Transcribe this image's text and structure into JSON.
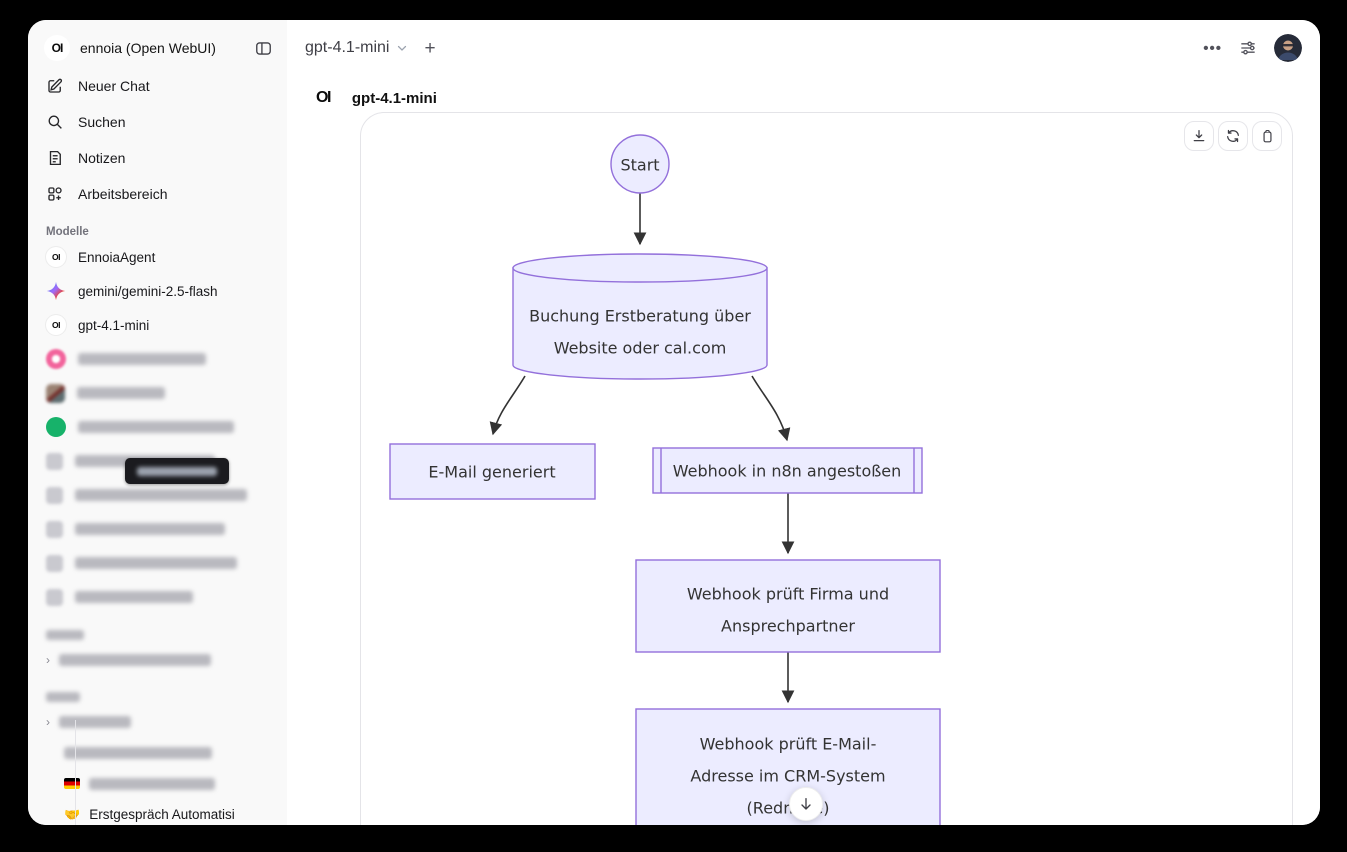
{
  "sidebar": {
    "logo_text": "OI",
    "workspace_title": "ennoia (Open WebUI)",
    "nav_items": [
      {
        "label": "Neuer Chat",
        "icon": "new-chat-icon"
      },
      {
        "label": "Suchen",
        "icon": "search-icon"
      },
      {
        "label": "Notizen",
        "icon": "notes-icon"
      },
      {
        "label": "Arbeitsbereich",
        "icon": "workspace-icon"
      }
    ],
    "models_section_label": "Modelle",
    "models": [
      {
        "label": "EnnoiaAgent",
        "icon": "oi-logo-icon"
      },
      {
        "label": "gemini/gemini-2.5-flash",
        "icon": "gemini-icon"
      },
      {
        "label": "gpt-4.1-mini",
        "icon": "oi-logo-icon"
      },
      {
        "redacted": true,
        "icon": "pink-app-icon"
      },
      {
        "redacted": true,
        "icon": "photo-icon"
      },
      {
        "redacted": true,
        "icon": "green-dot-icon"
      },
      {
        "redacted": true,
        "icon": "generic-app-icon"
      },
      {
        "redacted": true,
        "icon": "generic-app-icon"
      },
      {
        "redacted": true,
        "icon": "generic-app-icon"
      },
      {
        "redacted": true,
        "icon": "generic-app-icon"
      },
      {
        "redacted": true,
        "icon": "generic-app-icon"
      }
    ],
    "folders_section": {
      "label_redacted": true,
      "folder_redacted": true
    },
    "chats_section": {
      "label_redacted": true,
      "items": [
        {
          "redacted": true
        },
        {
          "redacted": true
        },
        {
          "redacted": true,
          "icon": "german-flag-icon"
        },
        {
          "label": "Erstgespräch Automatisi",
          "emoji": "🤝"
        }
      ]
    }
  },
  "topbar": {
    "model_selector": "gpt-4.1-mini",
    "new_chat_button": "+",
    "more_menu": "•••"
  },
  "message": {
    "sender_logo": "OI",
    "sender_name": "gpt-4.1-mini"
  },
  "card_actions": [
    {
      "icon": "download-icon"
    },
    {
      "icon": "refresh-icon"
    },
    {
      "icon": "copy-icon"
    }
  ],
  "diagram": {
    "type": "flowchart",
    "renderer": "mermaid-style",
    "accent_color": "#9370DB",
    "node_fill": "#ECECFF",
    "edge_color": "#333333",
    "nodes": [
      {
        "id": "start",
        "shape": "circle",
        "label": "Start",
        "lines": [
          "Start"
        ]
      },
      {
        "id": "booking",
        "shape": "cylinder",
        "label": "Buchung Erstberatung über Website oder cal.com",
        "lines": [
          "Buchung Erstberatung über",
          "Website oder cal.com"
        ]
      },
      {
        "id": "email",
        "shape": "rectangle",
        "label": "E-Mail generiert",
        "lines": [
          "E-Mail generiert"
        ]
      },
      {
        "id": "webhook",
        "shape": "subroutine",
        "label": "Webhook in n8n angestoßen",
        "lines": [
          "Webhook in n8n angestoßen"
        ]
      },
      {
        "id": "company",
        "shape": "rectangle",
        "label": "Webhook prüft Firma und Ansprechpartner",
        "lines": [
          "Webhook prüft Firma und",
          "Ansprechpartner"
        ]
      },
      {
        "id": "crm",
        "shape": "rectangle",
        "label": "Webhook prüft E-Mail-Adresse im CRM-System (Redmine)",
        "lines": [
          "Webhook prüft E-Mail-",
          "Adresse im CRM-System",
          "(Redmine)"
        ]
      }
    ],
    "edges": [
      {
        "from": "start",
        "to": "booking"
      },
      {
        "from": "booking",
        "to": "email"
      },
      {
        "from": "booking",
        "to": "webhook"
      },
      {
        "from": "webhook",
        "to": "company"
      },
      {
        "from": "company",
        "to": "crm"
      }
    ]
  }
}
